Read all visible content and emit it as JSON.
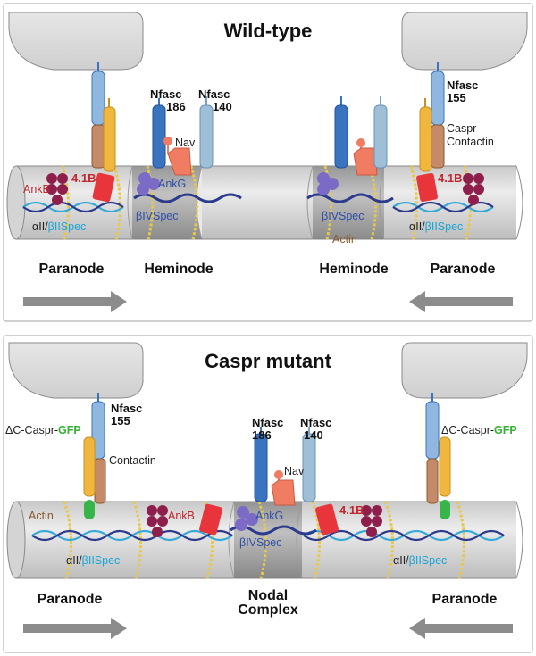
{
  "panels": {
    "wild_type": {
      "title": "Wild-type",
      "regions": [
        "Paranode",
        "Heminode",
        "Heminode",
        "Paranode"
      ],
      "labels": {
        "nfasc186_a": "Nfasc",
        "nfasc186_b": "186",
        "nfasc140_a": "Nfasc",
        "nfasc140_b": "140",
        "nfasc155_a": "Nfasc",
        "nfasc155_b": "155",
        "nav": "Nav",
        "caspr": "Caspr",
        "contactin": "Contactin",
        "ankb": "AnkB",
        "band41b_left": "4.1B",
        "band41b_right": "4.1B",
        "ankg": "AnkG",
        "bivspec_left": "βIVSpec",
        "bivspec_right": "βIVSpec",
        "actin": "Actin",
        "alpha_left": "αII/",
        "beta_left": "βIISpec",
        "alpha_right": "αII/",
        "beta_right": "βIISpec"
      }
    },
    "caspr_mutant": {
      "title": "Caspr mutant",
      "regions": [
        "Paranode",
        "Nodal",
        "Complex",
        "Paranode"
      ],
      "labels": {
        "dc_caspr_left": "ΔC-Caspr-",
        "gfp_left": "GFP",
        "dc_caspr_right": "ΔC-Caspr-",
        "gfp_right": "GFP",
        "nfasc155_a": "Nfasc",
        "nfasc155_b": "155",
        "contactin": "Contactin",
        "nfasc186_a": "Nfasc",
        "nfasc186_b": "186",
        "nfasc140_a": "Nfasc",
        "nfasc140_b": "140",
        "nav": "Nav",
        "ankg": "AnkG",
        "bivspec": "βIVSpec",
        "ankb": "AnkB",
        "band41b": "4.1B",
        "actin": "Actin",
        "alpha_left": "αII/",
        "beta_left": "βIISpec",
        "alpha_right": "αII/",
        "beta_right": "βIISpec"
      }
    }
  },
  "colors": {
    "glia": "#d9d9d9",
    "axon": "#dcdcdc",
    "node_shade": "#9a9a9a",
    "nfasc_dark": "#3a74c0",
    "nfasc_light": "#8fb7e0",
    "nfasc_pale": "#9fbfd6",
    "contactin": "#f0b63e",
    "caspr": "#c48a6a",
    "nav": "#f07c62",
    "ankb": "#8e1f4c",
    "band41b": "#e8343b",
    "ankg": "#7b6ac6",
    "spectrin_dark": "#2b3a8c",
    "spectrin_light": "#39a9d8",
    "actin": "#e8c84a",
    "gfp": "#38b54a",
    "arrow": "#8c8c8c"
  },
  "icons": [
    "arrow-right-icon",
    "arrow-left-icon"
  ]
}
